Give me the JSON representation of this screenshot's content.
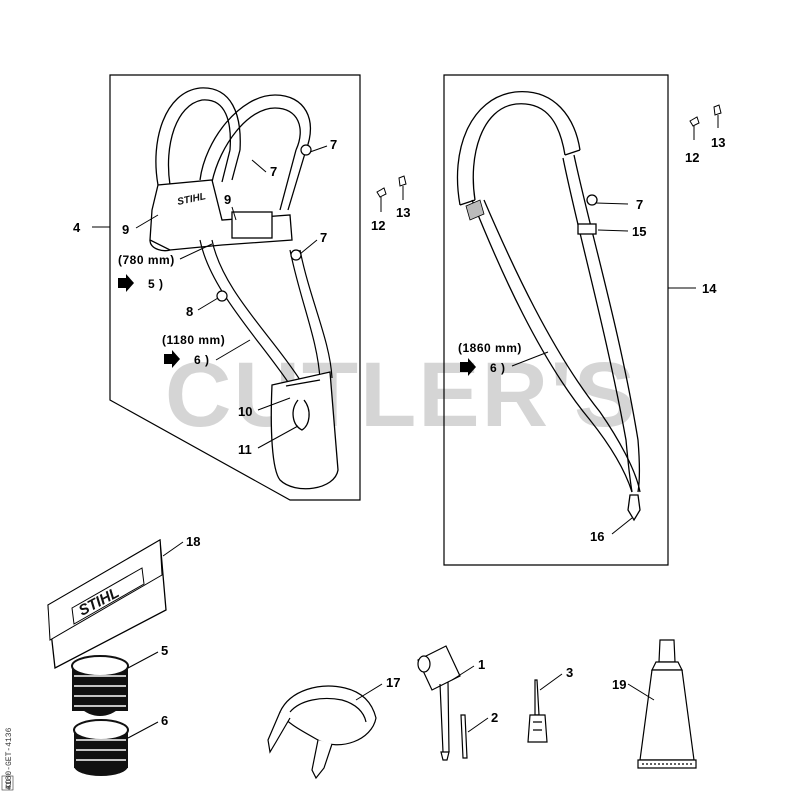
{
  "watermark": "CUTLER'S",
  "diagram_code": "4180-GET-4136",
  "diagram_code_box": "KO",
  "logo_text": "STIHL",
  "left_panel": {
    "callouts": {
      "c4": "4",
      "c9a": "9",
      "c9b": "9",
      "c7a": "7",
      "c7b": "7",
      "c7c": "7",
      "c8": "8",
      "c10": "10",
      "c11": "11"
    },
    "note1_len": "(780 mm)",
    "note1_ref": "5 )",
    "note2_len": "(1180 mm)",
    "note2_ref": "6 )"
  },
  "middle_hardware": {
    "c12": "12",
    "c13": "13"
  },
  "right_panel": {
    "callouts": {
      "c7": "7",
      "c15": "15",
      "c14": "14",
      "c16": "16"
    },
    "note_len": "(1860 mm)",
    "note_ref": "6 )"
  },
  "right_hardware": {
    "c12": "12",
    "c13": "13"
  },
  "accessories": {
    "c18": "18",
    "c5": "5",
    "c6": "6",
    "c17": "17",
    "c1": "1",
    "c2": "2",
    "c3": "3",
    "c19": "19"
  }
}
